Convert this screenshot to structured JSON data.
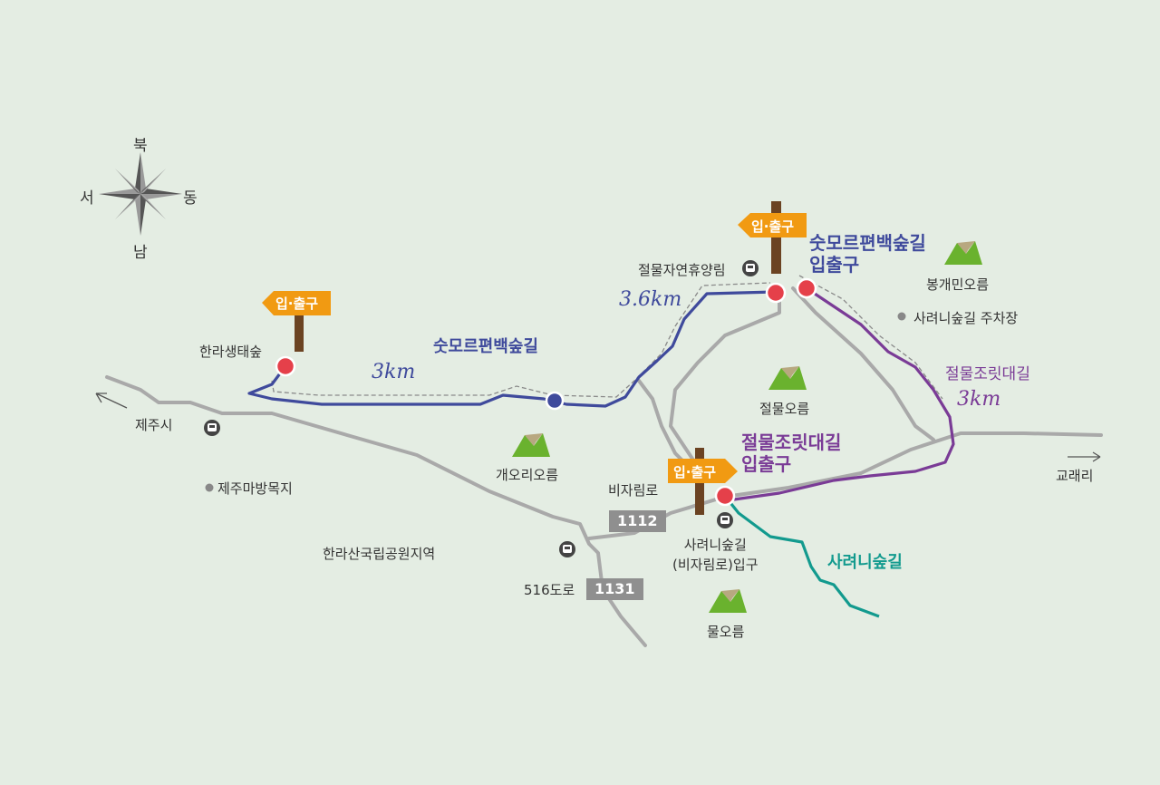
{
  "compass": {
    "north": "북",
    "south": "남",
    "west": "서",
    "east": "동"
  },
  "trails": {
    "blue": {
      "name": "숫모르편백숲길",
      "entrance": [
        "숫모르편백숲길",
        "입출구"
      ],
      "dist_left": "3km",
      "dist_right": "3.6km",
      "color": "#3f4a9c"
    },
    "purple": {
      "name": "절물조릿대길",
      "entrance": [
        "절물조릿대길",
        "입출구"
      ],
      "dist": "3km",
      "color": "#7a3b96"
    },
    "teal": {
      "name": "사려니숲길",
      "color": "#129a8e"
    }
  },
  "signs": {
    "label": "입·출구",
    "color": "#f19a12"
  },
  "places": {
    "hanra_forest": "한라생태숲",
    "jeolmul_rec": "절물자연휴양림",
    "bonggaemin": "봉개민오름",
    "saryeoni_parking": "사려니숲길 주차장",
    "jeolmul_oreum": "절물오름",
    "gaeori": "개오리오름",
    "jeju_city": "제주시",
    "jeju_mabang": "제주마방목지",
    "hallasan": "한라산국립공원지역",
    "bijarim_road": "비자림로",
    "road_516": "516도로",
    "saryeoni_entrance": [
      "사려니숲길",
      "(비자림로)입구"
    ],
    "mul_oreum": "물오름",
    "gyorae": "교래리"
  },
  "roads": {
    "r1112": "1112",
    "r1131": "1131"
  },
  "icons": [
    "compass-rose-icon",
    "bus-stop-icon",
    "mountain-icon",
    "signpost-icon",
    "arrow-left-icon",
    "arrow-right-icon"
  ]
}
